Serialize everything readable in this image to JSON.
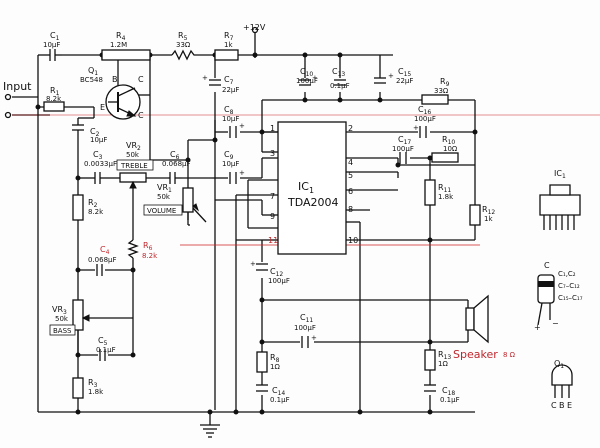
{
  "input": {
    "label": "Input"
  },
  "supply": {
    "label": "+12V"
  },
  "speaker": {
    "label": "Speaker",
    "impedance": "8 Ω"
  },
  "ic1": {
    "name": "IC",
    "sub": "1",
    "part": "TDA2004",
    "pins": [
      "1",
      "2",
      "3",
      "4",
      "5",
      "6",
      "7",
      "8",
      "9",
      "10",
      "11"
    ]
  },
  "q1": {
    "name": "Q",
    "sub": "1",
    "part": "BC548",
    "b": "B",
    "c": "C",
    "e": "E"
  },
  "components": {
    "c1": {
      "name": "C",
      "sub": "1",
      "value": "10µF"
    },
    "r4": {
      "name": "R",
      "sub": "4",
      "value": "1.2M"
    },
    "r5": {
      "name": "R",
      "sub": "5",
      "value": "33Ω"
    },
    "r7": {
      "name": "R",
      "sub": "7",
      "value": "1k"
    },
    "r1": {
      "name": "R",
      "sub": "1",
      "value": "8.2k"
    },
    "c2": {
      "name": "C",
      "sub": "2",
      "value": "10µF"
    },
    "c3": {
      "name": "C",
      "sub": "3",
      "value": "0.0033µF"
    },
    "vr2": {
      "name": "VR",
      "sub": "2",
      "value": "50k",
      "tag": "TREBLE"
    },
    "c6": {
      "name": "C",
      "sub": "6",
      "value": "0.068µF"
    },
    "vr1": {
      "name": "VR",
      "sub": "1",
      "value": "50k",
      "tag": "VOLUME"
    },
    "r2": {
      "name": "R",
      "sub": "2",
      "value": "8.2k"
    },
    "c4": {
      "name": "C",
      "sub": "4",
      "value": "0.068µF"
    },
    "r6": {
      "name": "R",
      "sub": "6",
      "value": "8.2k"
    },
    "vr3": {
      "name": "VR",
      "sub": "3",
      "value": "50k",
      "tag": "BASS"
    },
    "c5": {
      "name": "C",
      "sub": "5",
      "value": "0.1µF"
    },
    "r3": {
      "name": "R",
      "sub": "3",
      "value": "1.8k"
    },
    "c7": {
      "name": "C",
      "sub": "7",
      "value": "22µF"
    },
    "c8": {
      "name": "C",
      "sub": "8",
      "value": "10µF"
    },
    "c9": {
      "name": "C",
      "sub": "9",
      "value": "10µF"
    },
    "c10": {
      "name": "C",
      "sub": "10",
      "value": "100µF"
    },
    "c13": {
      "name": "C",
      "sub": "13",
      "value": "0.1µF"
    },
    "c15": {
      "name": "C",
      "sub": "15",
      "value": "22µF"
    },
    "r9": {
      "name": "R",
      "sub": "9",
      "value": "33Ω"
    },
    "c16": {
      "name": "C",
      "sub": "16",
      "value": "100µF"
    },
    "r10": {
      "name": "R",
      "sub": "10",
      "value": "10Ω"
    },
    "c17": {
      "name": "C",
      "sub": "17",
      "value": "100µF"
    },
    "r11": {
      "name": "R",
      "sub": "11",
      "value": "1.8k"
    },
    "r12": {
      "name": "R",
      "sub": "12",
      "value": "1k"
    },
    "c12": {
      "name": "C",
      "sub": "12",
      "value": "100µF"
    },
    "c11": {
      "name": "C",
      "sub": "11",
      "value": "100µF"
    },
    "r8": {
      "name": "R",
      "sub": "8",
      "value": "1Ω"
    },
    "c14": {
      "name": "C",
      "sub": "14",
      "value": "0.1µF"
    },
    "r13": {
      "name": "R",
      "sub": "13",
      "value": "1Ω"
    },
    "c18": {
      "name": "C",
      "sub": "18",
      "value": "0.1µF"
    }
  },
  "legend": {
    "ic_title": {
      "name": "IC",
      "sub": "1"
    },
    "cap_title": "C",
    "cap_groups": [
      "C₁,C₂",
      "C₇–C₁₂",
      "C₁₅–C₁₇"
    ],
    "cap_plus": "+",
    "cap_minus": "−",
    "q_title": {
      "name": "Q",
      "sub": "1"
    },
    "q_pins": [
      "C",
      "B",
      "E"
    ]
  }
}
